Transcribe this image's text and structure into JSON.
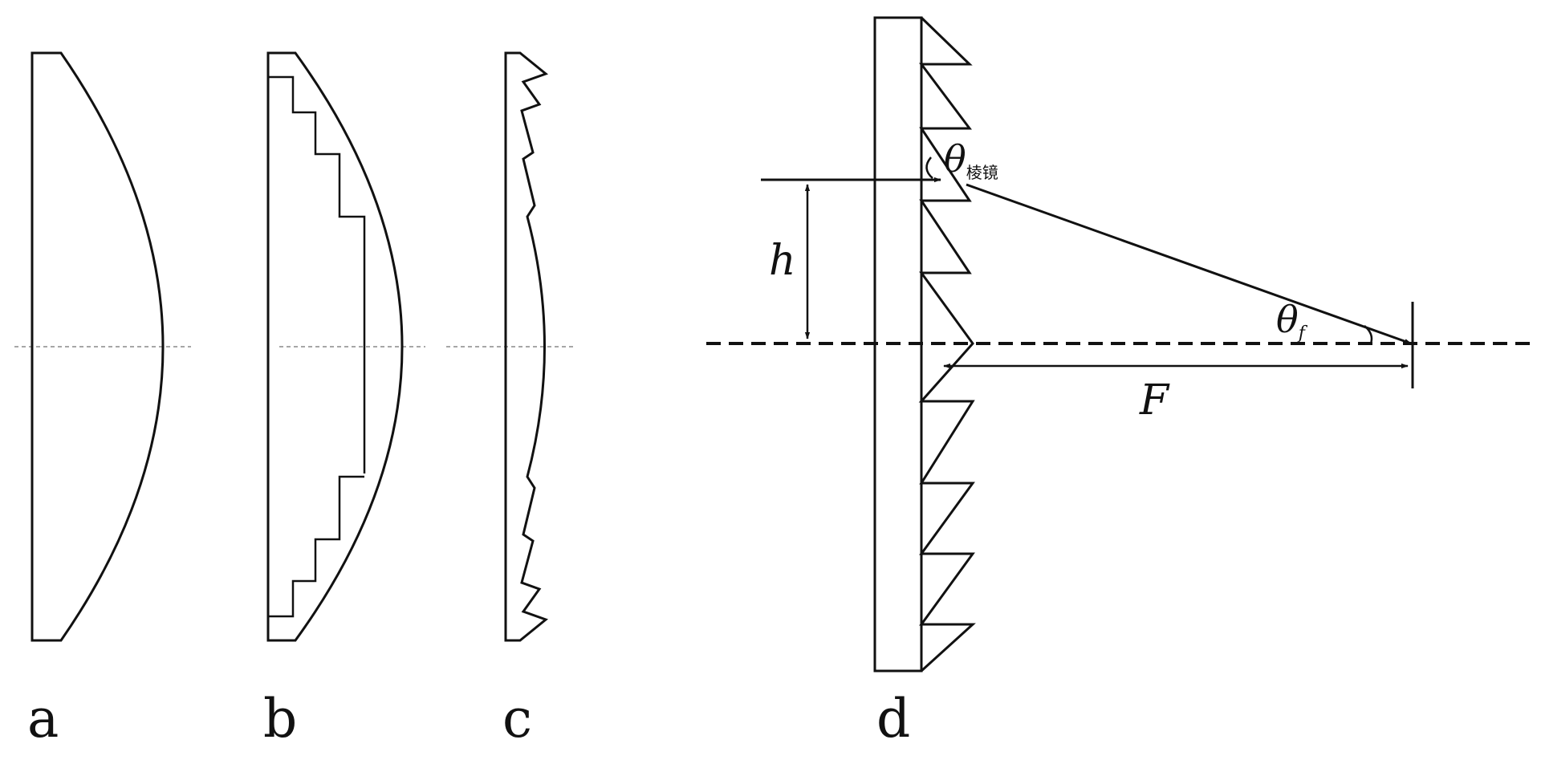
{
  "panels": {
    "a": {
      "label": "a"
    },
    "b": {
      "label": "b"
    },
    "c": {
      "label": "c"
    },
    "d": {
      "label": "d"
    }
  },
  "symbols": {
    "theta_prism": {
      "base": "θ",
      "sub": "棱镜"
    },
    "theta_f": {
      "base": "θ",
      "sub": "f"
    },
    "h": "h",
    "F": "F"
  }
}
